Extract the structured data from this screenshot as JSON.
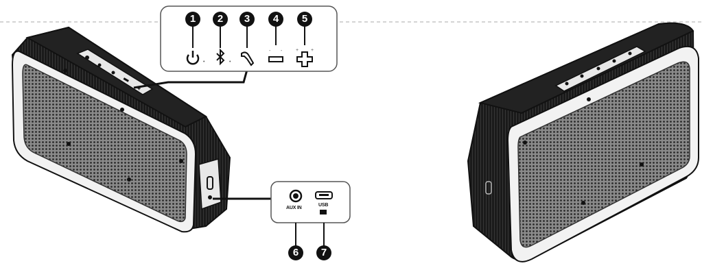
{
  "diagram": {
    "top_buttons": [
      {
        "number": "1",
        "icon": "power-icon"
      },
      {
        "number": "2",
        "icon": "bluetooth-icon"
      },
      {
        "number": "3",
        "icon": "phone-icon"
      },
      {
        "number": "4",
        "icon": "volume-down-icon"
      },
      {
        "number": "5",
        "icon": "volume-up-icon"
      }
    ],
    "side_ports": [
      {
        "number": "6",
        "icon": "aux-jack-icon",
        "label": "AUX IN"
      },
      {
        "number": "7",
        "icon": "usb-port-icon",
        "label": "USB"
      }
    ]
  }
}
